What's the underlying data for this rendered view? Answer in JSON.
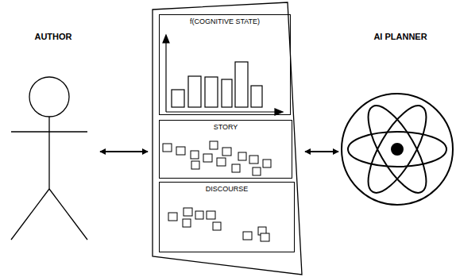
{
  "diagram": {
    "nodes": [
      {
        "text": [
          "AUTHOR"
        ]
      },
      {
        "text": [
          "f(COGNITIVE STATE)"
        ]
      },
      {
        "text": [
          "STORY"
        ]
      },
      {
        "text": [
          "DISCOURSE"
        ]
      },
      {
        "text": [
          "AI PLANNER"
        ]
      }
    ],
    "edges": [
      {
        "from": 0,
        "to": 2,
        "arrow": "both"
      },
      {
        "from": 2,
        "to": 4,
        "arrow": "both"
      }
    ]
  }
}
